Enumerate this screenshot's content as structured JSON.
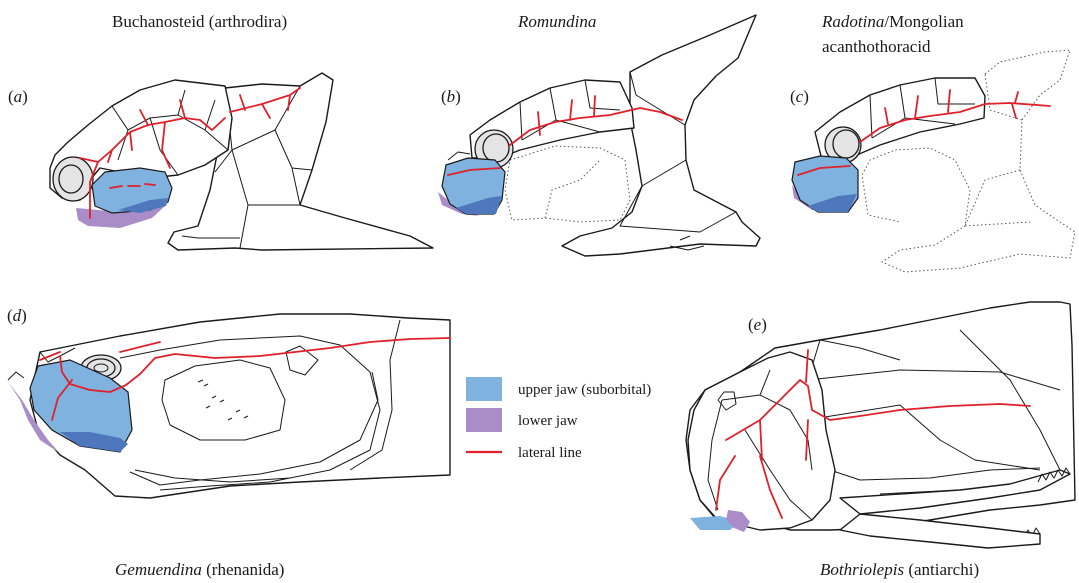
{
  "colors": {
    "upper_jaw": "#7fb2de",
    "upper_jaw_dark": "#4f77bd",
    "lower_jaw": "#a98cc8",
    "lateral_line": "#e0202a",
    "outline": "#1a1a1a"
  },
  "panels": {
    "a": {
      "letter": "a",
      "title": "Buchanosteid (arthrodira)"
    },
    "b": {
      "letter": "b",
      "title_italic": "Romundina"
    },
    "c": {
      "letter": "c",
      "title_italic": "Radotina",
      "title_rest": "/Mongolian",
      "title_line2": "acanthothoracid"
    },
    "d": {
      "letter": "d",
      "title_italic": "Gemuendina",
      "title_rest": " (rhenanida)"
    },
    "e": {
      "letter": "e",
      "title_italic": "Bothriolepis",
      "title_rest": " (antiarchi)"
    }
  },
  "legend": [
    {
      "label": "upper jaw (suborbital)",
      "swatch": "upper_jaw"
    },
    {
      "label": "lower jaw",
      "swatch": "lower_jaw"
    },
    {
      "label": "lateral line",
      "swatch": "lateral_line"
    }
  ]
}
